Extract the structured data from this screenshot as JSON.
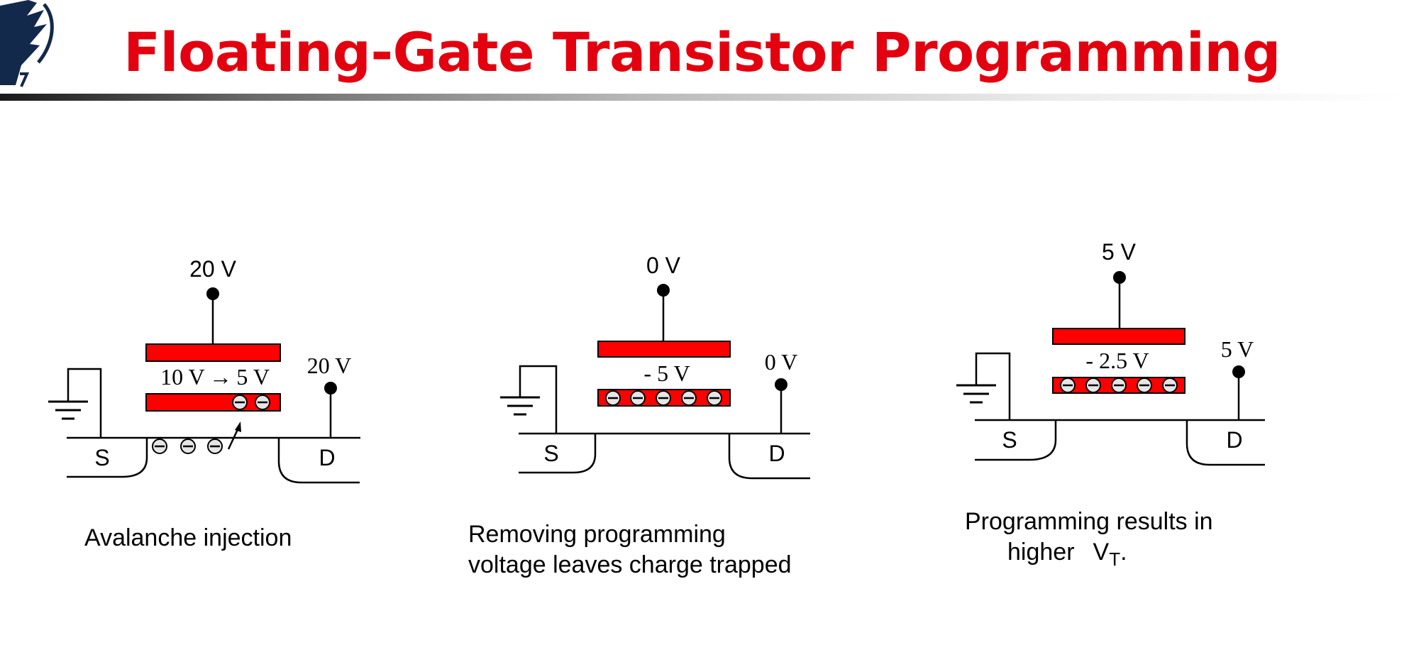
{
  "slide": {
    "title": "Floating-Gate Transistor Programming"
  },
  "panels": [
    {
      "gate_voltage": "20 V",
      "drain_voltage": "20 V",
      "floating_gate_label": "10 V → 5 V",
      "source_label": "S",
      "drain_label": "D",
      "caption": "Avalanche injection"
    },
    {
      "gate_voltage": "0 V",
      "drain_voltage": "0 V",
      "floating_gate_label": "- 5 V",
      "source_label": "S",
      "drain_label": "D",
      "caption_line1": "Removing programming",
      "caption_line2": "voltage leaves charge trapped"
    },
    {
      "gate_voltage": "5 V",
      "drain_voltage": "5 V",
      "floating_gate_label": "- 2.5 V",
      "source_label": "S",
      "drain_label": "D",
      "caption_line1": "Programming results in",
      "caption_line2_prefix": "higher",
      "caption_vt": "V",
      "caption_vt_sub": "T",
      "caption_period": "."
    }
  ],
  "colors": {
    "title": "#e3000f",
    "gate_fill": "#ff0000",
    "logo": "#13294b"
  }
}
